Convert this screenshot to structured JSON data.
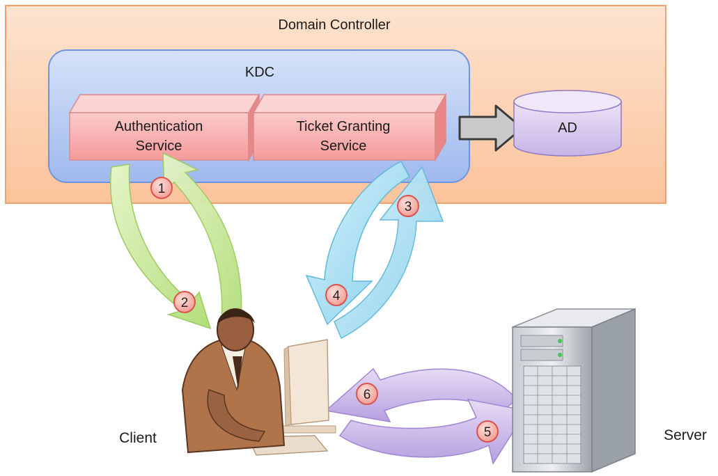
{
  "domain_controller": {
    "title": "Domain Controller"
  },
  "kdc": {
    "title": "KDC"
  },
  "authentication_service": {
    "line1": "Authentication",
    "line2": "Service"
  },
  "ticket_granting_service": {
    "line1": "Ticket Granting",
    "line2": "Service"
  },
  "ad": {
    "label": "AD"
  },
  "client": {
    "label": "Client",
    "icon": "person-at-computer-icon"
  },
  "server": {
    "label": "Server",
    "icon": "server-tower-icon"
  },
  "steps": [
    "1",
    "2",
    "3",
    "4",
    "5",
    "6"
  ],
  "colors": {
    "domain_controller_fill": "#fcd1b3",
    "domain_controller_border": "#f39c5d",
    "kdc_fill": "#b8ccf2",
    "kdc_border": "#7a9de0",
    "service_fill": "#f6a7a7",
    "ad_fill": "#d7c9ee",
    "green_arrow": "#c7e899",
    "blue_arrow": "#a5def1",
    "purple_arrow": "#c9b6e8",
    "badge_fill": "#f6b6ad",
    "badge_border": "#d9534f"
  }
}
